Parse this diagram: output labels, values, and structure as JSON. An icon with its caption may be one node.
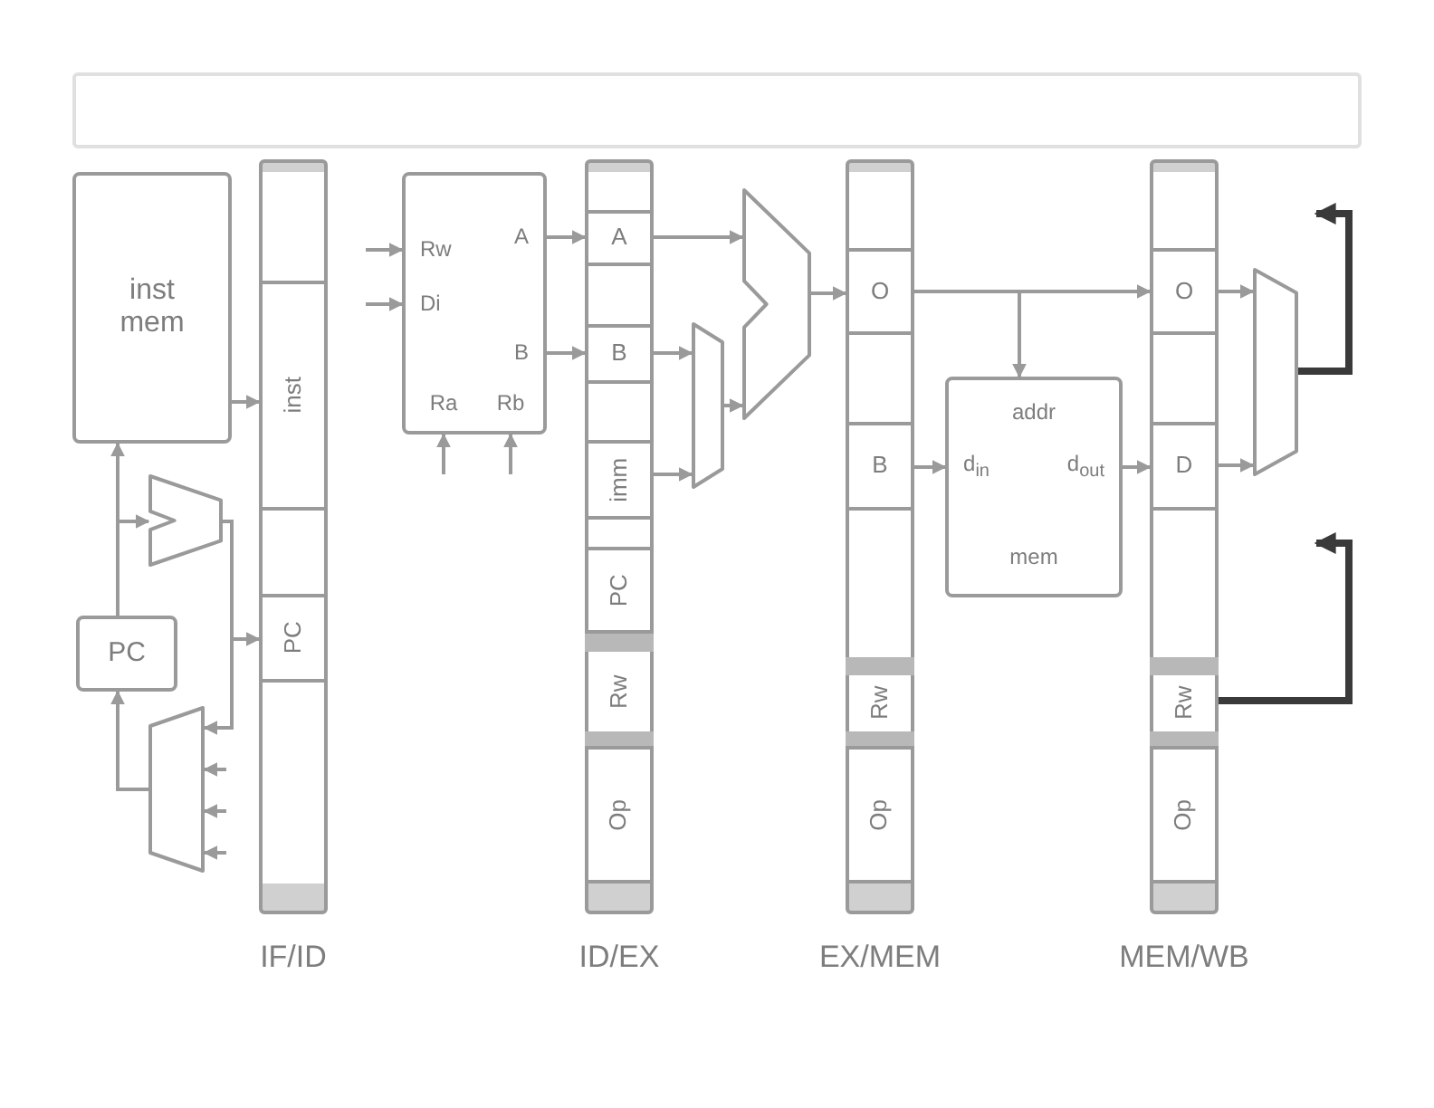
{
  "diagram": {
    "nodes": [
      {
        "text": [
          "inst mem"
        ]
      },
      {
        "text": [
          "IF/ID"
        ]
      },
      {
        "text": [
          "inst"
        ],
        "in": 1
      },
      {
        "text": [
          "PC"
        ],
        "in": 1
      },
      {
        "text": [],
        "shape": "trapezoid"
      },
      {
        "text": [
          "PC"
        ]
      },
      {
        "text": [],
        "shape": "trapezoid"
      },
      {
        "text": [
          "Rw",
          "Di",
          "A",
          "B",
          "Ra",
          "Rb"
        ]
      },
      {
        "text": [
          "ID/EX"
        ]
      },
      {
        "text": [
          "A"
        ],
        "in": 8
      },
      {
        "text": [
          "B"
        ],
        "in": 8
      },
      {
        "text": [
          "imm"
        ],
        "in": 8
      },
      {
        "text": [
          "PC"
        ],
        "in": 8
      },
      {
        "text": [
          "Rw"
        ],
        "in": 8
      },
      {
        "text": [
          "Op"
        ],
        "in": 8
      },
      {
        "text": [],
        "shape": "trapezoid"
      },
      {
        "text": [],
        "shape": "trapezoid"
      },
      {
        "text": [
          "EX/MEM"
        ]
      },
      {
        "text": [
          "O"
        ],
        "in": 17
      },
      {
        "text": [
          "B"
        ],
        "in": 17
      },
      {
        "text": [
          "Rw"
        ],
        "in": 17
      },
      {
        "text": [
          "Op"
        ],
        "in": 17
      },
      {
        "text": [
          "addr",
          "d$_{in}$",
          "d$_{out}$",
          "mem"
        ]
      },
      {
        "text": [
          "MEM/WB"
        ]
      },
      {
        "text": [
          "O"
        ],
        "in": 23
      },
      {
        "text": [
          "D"
        ],
        "in": 23
      },
      {
        "text": [
          "Rw"
        ],
        "in": 23
      },
      {
        "text": [
          "Op"
        ],
        "in": 23
      },
      {
        "text": [],
        "shape": "trapezoid"
      }
    ],
    "edges": [
      {
        "from": 5,
        "to": 0,
        "arrow": "to"
      },
      {
        "from": 5,
        "to": 4,
        "arrow": "to"
      },
      {
        "from": 0,
        "to": 2,
        "arrow": "to"
      },
      {
        "from": 4,
        "to": 3,
        "arrow": "to"
      },
      {
        "from": 4,
        "to": 6,
        "arrow": "to"
      },
      {
        "from": null,
        "to": 6,
        "arrow": "to"
      },
      {
        "from": null,
        "to": 6,
        "arrow": "to"
      },
      {
        "from": null,
        "to": 6,
        "arrow": "to"
      },
      {
        "from": 6,
        "to": 5,
        "arrow": "to"
      },
      {
        "from": null,
        "to": 7,
        "arrow": "to"
      },
      {
        "from": null,
        "to": 7,
        "arrow": "to"
      },
      {
        "from": null,
        "to": 7,
        "arrow": "to"
      },
      {
        "from": null,
        "to": 7,
        "arrow": "to"
      },
      {
        "from": 7,
        "to": 9,
        "arrow": "to"
      },
      {
        "from": 7,
        "to": 10,
        "arrow": "to"
      },
      {
        "from": 9,
        "to": 15,
        "arrow": "to"
      },
      {
        "from": 10,
        "to": 16,
        "arrow": "to"
      },
      {
        "from": 11,
        "to": 16,
        "arrow": "to"
      },
      {
        "from": 16,
        "to": 15,
        "arrow": "to"
      },
      {
        "from": 15,
        "to": 18,
        "arrow": "to"
      },
      {
        "from": 18,
        "to": 24,
        "arrow": "to"
      },
      {
        "from": 18,
        "to": 22,
        "arrow": "to"
      },
      {
        "from": 19,
        "to": 22,
        "arrow": "to"
      },
      {
        "from": 22,
        "to": 25,
        "arrow": "to"
      },
      {
        "from": 24,
        "to": 28,
        "arrow": "to"
      },
      {
        "from": 25,
        "to": 28,
        "arrow": "to"
      },
      {
        "from": 28,
        "to": null,
        "arrow": "to",
        "style": "thick",
        "color": "#3a3a3a"
      },
      {
        "from": 26,
        "to": null,
        "arrow": "to",
        "style": "thick",
        "color": "#3a3a3a"
      }
    ]
  }
}
